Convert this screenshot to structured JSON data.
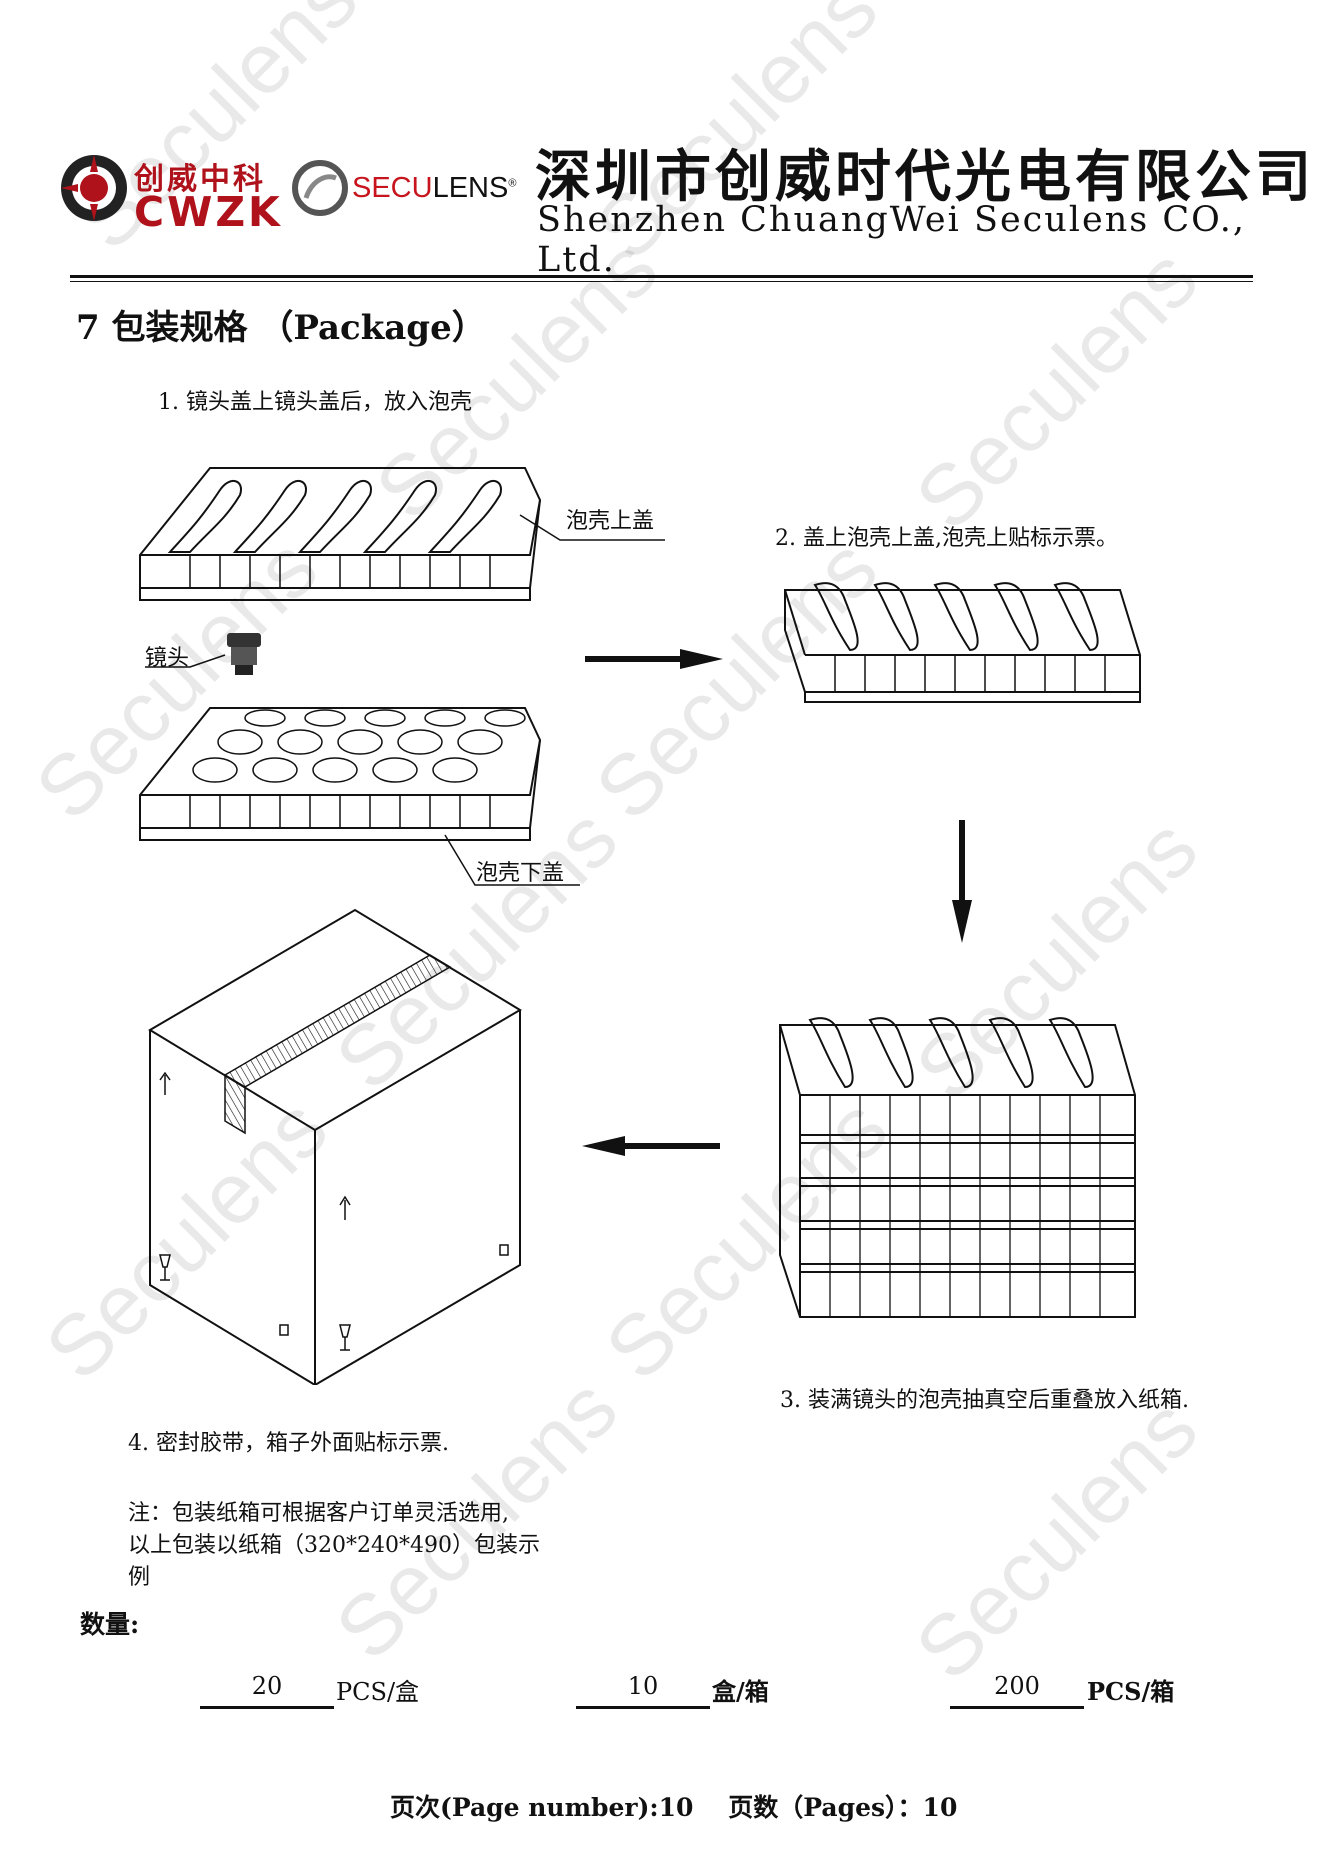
{
  "header": {
    "logo_cn": "创威中科",
    "logo_en": "CWZK",
    "brand_prefix": "SECU",
    "brand_suffix": "LENS",
    "company_cn": "深圳市创威时代光电有限公司",
    "company_en": "Shenzhen ChuangWei Seculens CO., Ltd."
  },
  "section": {
    "title": "7 包装规格 （Package）"
  },
  "steps": {
    "step1": "1. 镜头盖上镜头盖后，放入泡壳",
    "step2": "2. 盖上泡壳上盖,泡壳上贴标示票。",
    "step3": "3. 装满镜头的泡壳抽真空后重叠放入纸箱.",
    "step4": "4. 密封胶带，箱子外面贴标示票."
  },
  "labels": {
    "upper_tray": "泡壳上盖",
    "lens": "镜头",
    "lower_tray": "泡壳下盖"
  },
  "note": {
    "line1": "注：包装纸箱可根据客户订单灵活选用,",
    "line2": "以上包装以纸箱（320*240*490）包装示",
    "line3": "例"
  },
  "quantity": {
    "label": "数量:",
    "items": [
      {
        "value": "20",
        "unit": "PCS/盒"
      },
      {
        "value": "10",
        "unit": "盒/箱"
      },
      {
        "value": "200",
        "unit": "PCS/箱"
      }
    ]
  },
  "footer": {
    "text": "页次(Page number):10    页数（Pages）：10"
  },
  "watermark": "Seculens",
  "colors": {
    "brand_red": "#b0121b",
    "line": "#111111"
  }
}
